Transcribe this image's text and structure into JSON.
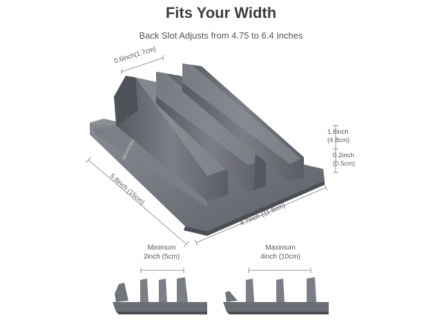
{
  "header": {
    "title": "Fits Your Width",
    "subtitle": "Back Slot Adjusts from 4.75 to 6.4 Inches"
  },
  "dimensions": {
    "slot_width": "0.6inch(1.7cm)",
    "height_a": "1.8inch",
    "height_a_cm": "(4.8cm)",
    "height_b": "0.2inch",
    "height_b_cm": "(0.5cm)",
    "length": "5.8inch (15cm)",
    "width": "4.7inch (11.8cm)"
  },
  "brand_mark": "AEOYETEK",
  "variants": {
    "minimum_label": "Minimum",
    "minimum_value": "2inch (5cm)",
    "maximum_label": "Maximum",
    "maximum_value": "4inch (10cm)"
  },
  "colors": {
    "metal": "#6b6e74",
    "metal_dark": "#4b4e54",
    "metal_light": "#8d9096",
    "line": "#777777"
  }
}
